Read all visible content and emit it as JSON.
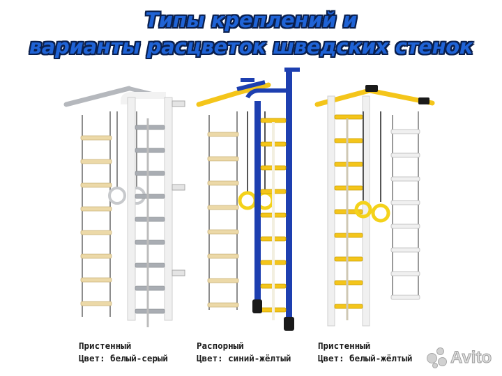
{
  "title": {
    "line1": "Типы креплений и",
    "line2": "варианты расцветок шведских стенок"
  },
  "products": [
    {
      "mount": "Пристенный",
      "color": "Цвет: белый-серый"
    },
    {
      "mount": "Распорный",
      "color": "Цвет: синий-жёлтый"
    },
    {
      "mount": "Пристенный",
      "color": "Цвет: белый-жёлтый"
    }
  ],
  "watermark": {
    "text": "Avito"
  },
  "colors": {
    "title_fill": "#1f63d6",
    "title_outline": "#0a1f4d",
    "frame_white": "#f2f2f2",
    "rung_gray": "#a9adb3",
    "frame_blue": "#1d3fb0",
    "accent_yellow": "#f4c51a",
    "rope_wood": "#ecd9a8"
  }
}
